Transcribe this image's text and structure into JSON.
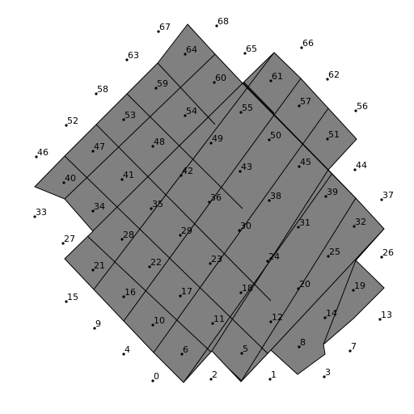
{
  "diagram": {
    "face_color": "#808080",
    "edge_color": "#000000",
    "bg_color": "#ffffff",
    "inner_labels": [
      "64",
      "60",
      "61",
      "59",
      "54",
      "55",
      "57",
      "53",
      "48",
      "49",
      "50",
      "51",
      "47",
      "41",
      "42",
      "43",
      "45",
      "40",
      "35",
      "36",
      "38",
      "39",
      "34",
      "28",
      "29",
      "30",
      "31",
      "32",
      "21",
      "22",
      "23",
      "24",
      "25",
      "16",
      "17",
      "18",
      "20",
      "19",
      "10",
      "11",
      "12",
      "14",
      "6",
      "5",
      "8"
    ],
    "outer_labels": [
      "67",
      "68",
      "65",
      "66",
      "63",
      "62",
      "58",
      "56",
      "52",
      "46",
      "44",
      "33",
      "37",
      "27",
      "26",
      "15",
      "13",
      "9",
      "7",
      "4",
      "3",
      "0",
      "2",
      "1"
    ]
  }
}
